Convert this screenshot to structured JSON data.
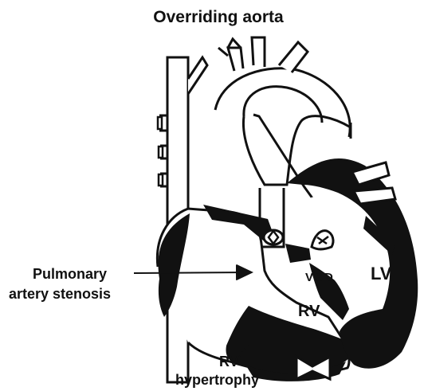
{
  "diagram": {
    "title": "Overriding aorta",
    "labels": {
      "pulmonary_line1": "Pulmonary",
      "pulmonary_line2": "artery stenosis",
      "vsd": "VSD",
      "lv": "LV",
      "rv": "RV",
      "rv_hypertrophy_line1": "RV",
      "rv_hypertrophy_line2": "hypertrophy"
    },
    "colors": {
      "ink": "#111111",
      "background": "#ffffff"
    }
  }
}
